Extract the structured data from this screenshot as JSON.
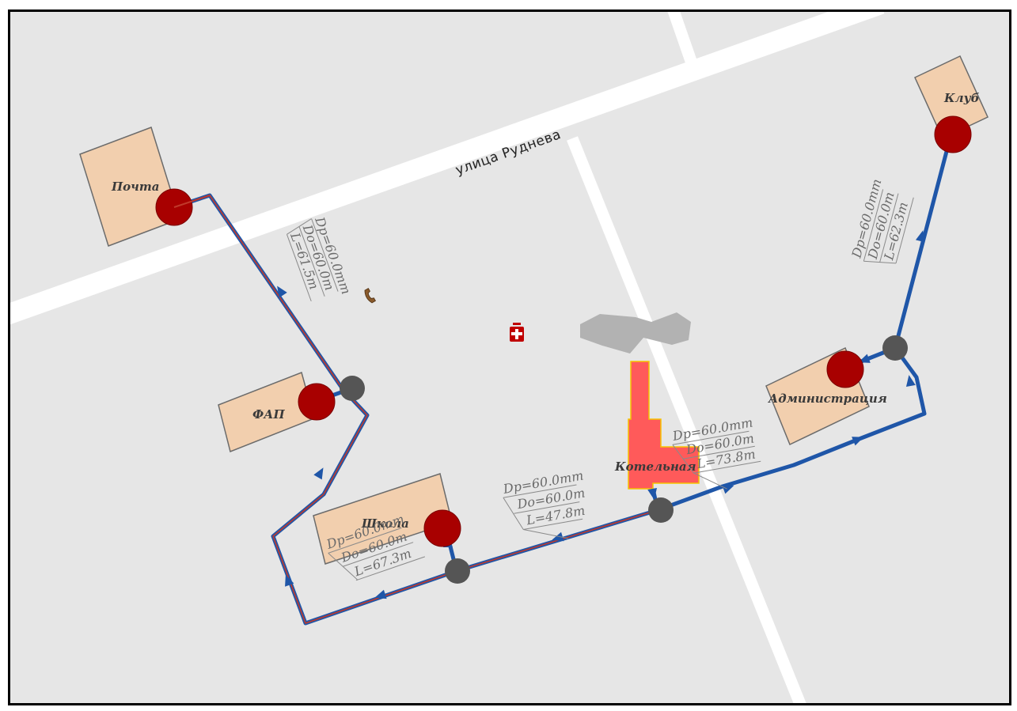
{
  "street": {
    "name": "улица Руднева"
  },
  "buildings": {
    "pochta": "Почта",
    "fap": "ФАП",
    "shkola": "Школа",
    "kotelnaya": "Котельная",
    "administratsiya": "Администрация",
    "klub": "Клуб"
  },
  "pipes": [
    {
      "dp": "Dp=60.0mm",
      "do": "Do=60.0m",
      "l": "L=61.5m"
    },
    {
      "dp": "Dp=60.0mm",
      "do": "Do=60.0m",
      "l": "L=67.3m"
    },
    {
      "dp": "Dp=60.0mm",
      "do": "Do=60.0m",
      "l": "L=47.8m"
    },
    {
      "dp": "Dp=60.0mm",
      "do": "Do=60.0m",
      "l": "L=73.8m"
    },
    {
      "dp": "Dp=60.0mm",
      "do": "Do=60.0m",
      "l": "L=62.3m"
    }
  ],
  "colors": {
    "background": "#e6e6e6",
    "road": "#ffffff",
    "building_fill": "#f2cfae",
    "boiler_fill": "#ff5a5a",
    "pipe_blue": "#1f56a8",
    "pipe_red": "#c0392b",
    "consumer_node": "#a80000",
    "junction_node": "#555555"
  },
  "icons": [
    "phone-icon",
    "pharmacy-icon"
  ]
}
